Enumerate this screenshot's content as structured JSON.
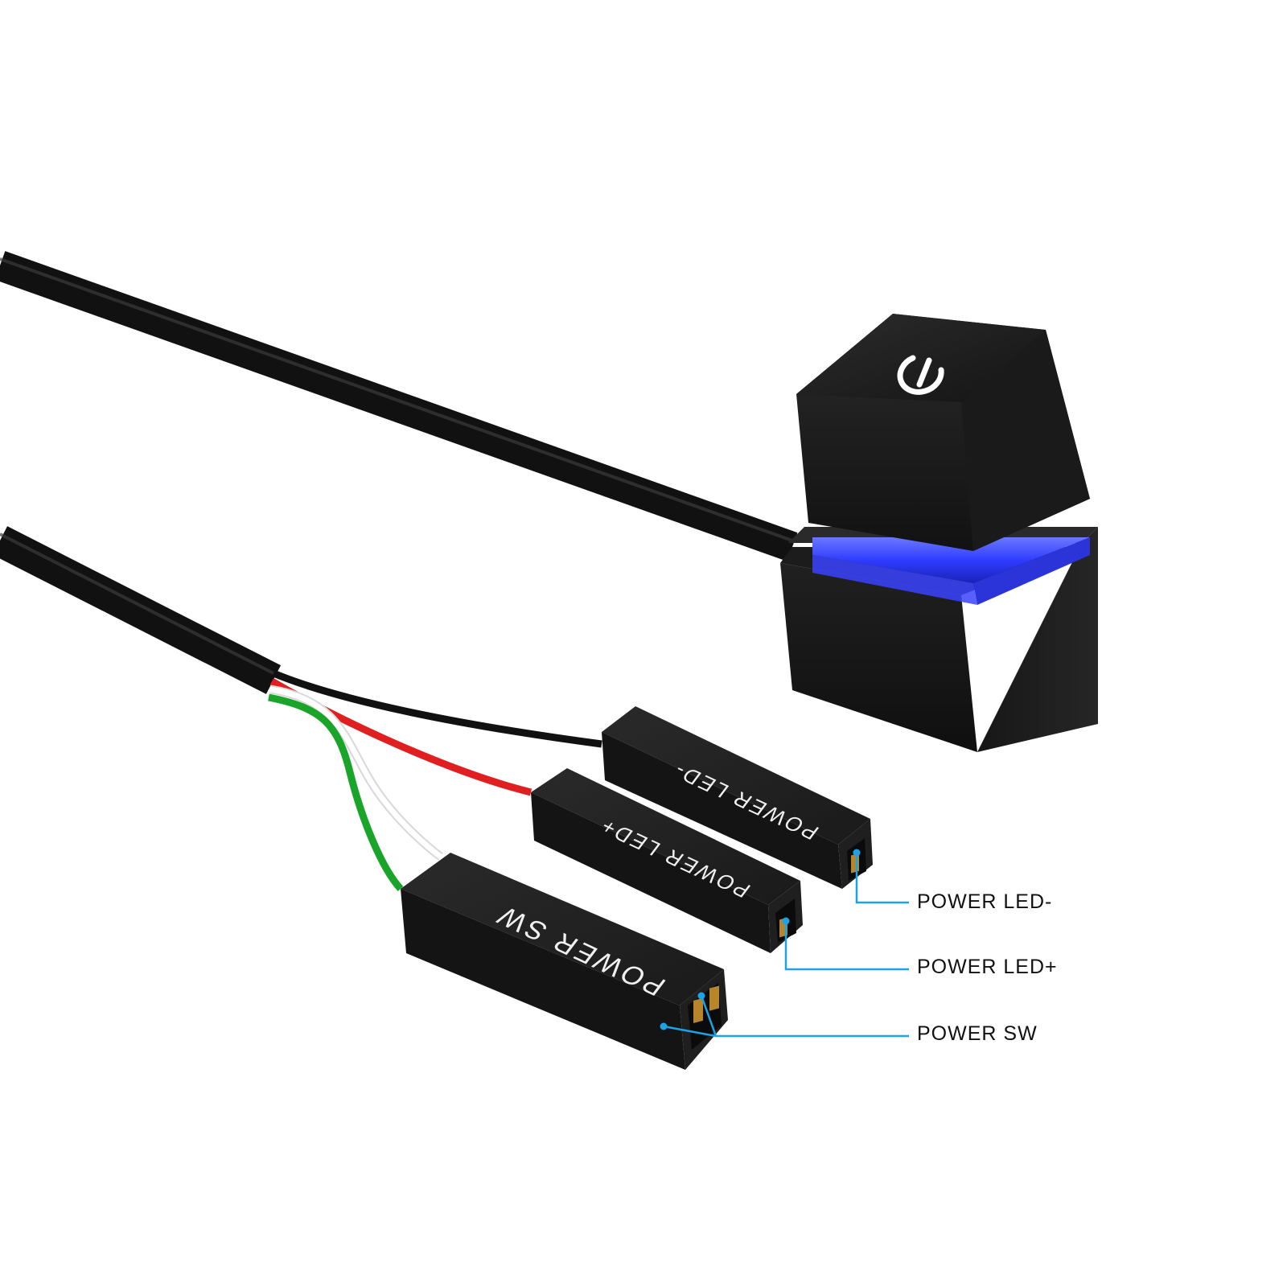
{
  "connectors": {
    "led_minus": "POWER LED-",
    "led_plus": "POWER LED+",
    "sw": "POWER SW"
  },
  "callouts": {
    "led_minus": "POWER LED-",
    "led_plus": "POWER LED+",
    "sw": "POWER SW"
  },
  "icons": {
    "button_symbol": "power-icon"
  },
  "colors": {
    "background": "#ffffff",
    "body": "#1e1e1e",
    "led_glow": "#2f3cff",
    "callout_line": "#1aa3e6",
    "wire_red": "#e02020",
    "wire_white": "#ffffff",
    "wire_green": "#1aa52a",
    "wire_black": "#111111",
    "pin": "#b8862a"
  }
}
